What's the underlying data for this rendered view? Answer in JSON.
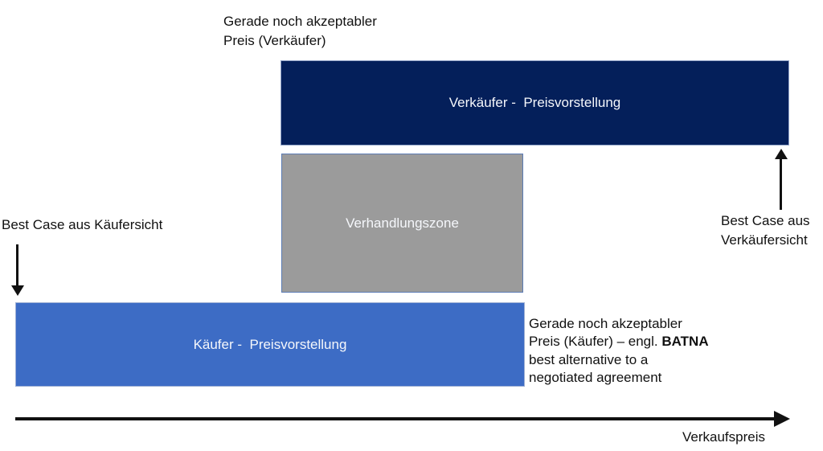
{
  "colors": {
    "seller_bar_fill": "#041f5a",
    "seller_bar_border": "#93a5c9",
    "zone_fill": "#9b9b9b",
    "zone_border": "#5b7bb4",
    "buyer_bar_fill": "#3d6cc5",
    "bar_text": "#f5f7fb",
    "annotation_text": "#111111",
    "arrow": "#111111"
  },
  "bars": {
    "seller": {
      "label": "Verkäufer -  Preisvorstellung"
    },
    "zone": {
      "label": "Verhandlungszone"
    },
    "buyer": {
      "label": "Käufer -  Preisvorstellung"
    }
  },
  "annotations": {
    "seller_limit": {
      "line1": "Gerade noch akzeptabler",
      "line2": "Preis (Verkäufer)"
    },
    "buyer_best_case": {
      "text": "Best Case aus Käufersicht"
    },
    "seller_best_case": {
      "line1": "Best Case aus",
      "line2": "Verkäufersicht"
    },
    "buyer_limit": {
      "line1": "Gerade noch akzeptabler",
      "line2_prefix": "Preis (Käufer) – engl. ",
      "line2_bold": "BATNA",
      "line3": "best alternative to a",
      "line4": "negotiated agreement"
    },
    "axis_label": "Verkaufspreis"
  }
}
